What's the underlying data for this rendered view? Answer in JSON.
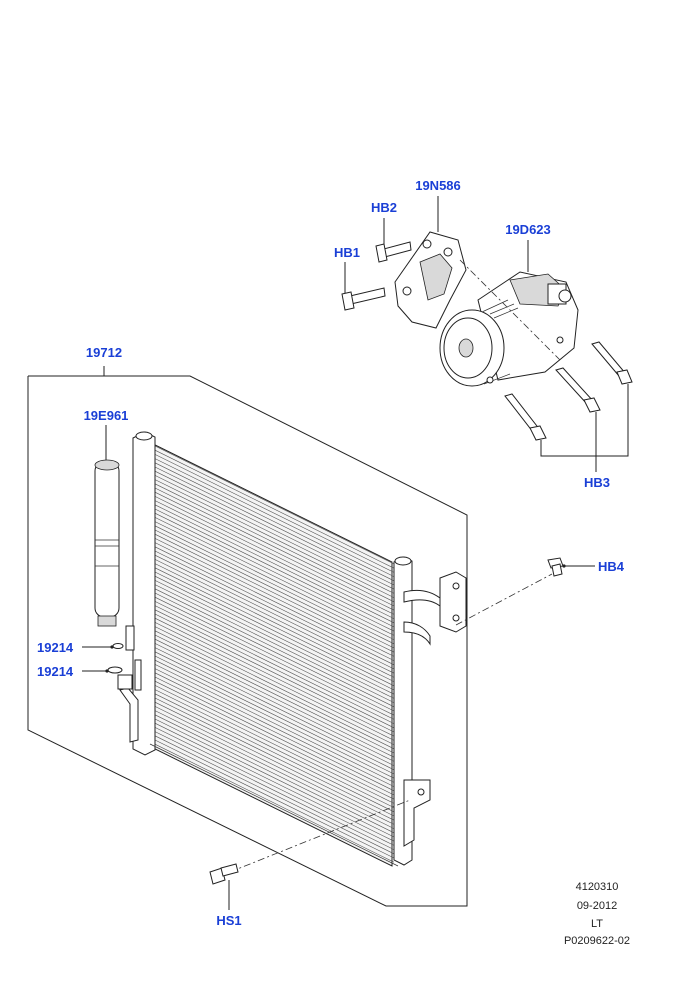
{
  "callouts": {
    "c19N586": "19N586",
    "hb2": "HB2",
    "c19D623": "19D623",
    "hb1": "HB1",
    "c19712": "19712",
    "c19E961": "19E961",
    "hb3": "HB3",
    "hb4": "HB4",
    "c19214a": "19214",
    "c19214b": "19214",
    "hs1": "HS1"
  },
  "footer": {
    "line1": "4120310",
    "line2": "09-2012",
    "line3": "LT",
    "line4": "P0209622-02"
  },
  "colors": {
    "callout": "#1a3fd6",
    "line": "#222222"
  }
}
